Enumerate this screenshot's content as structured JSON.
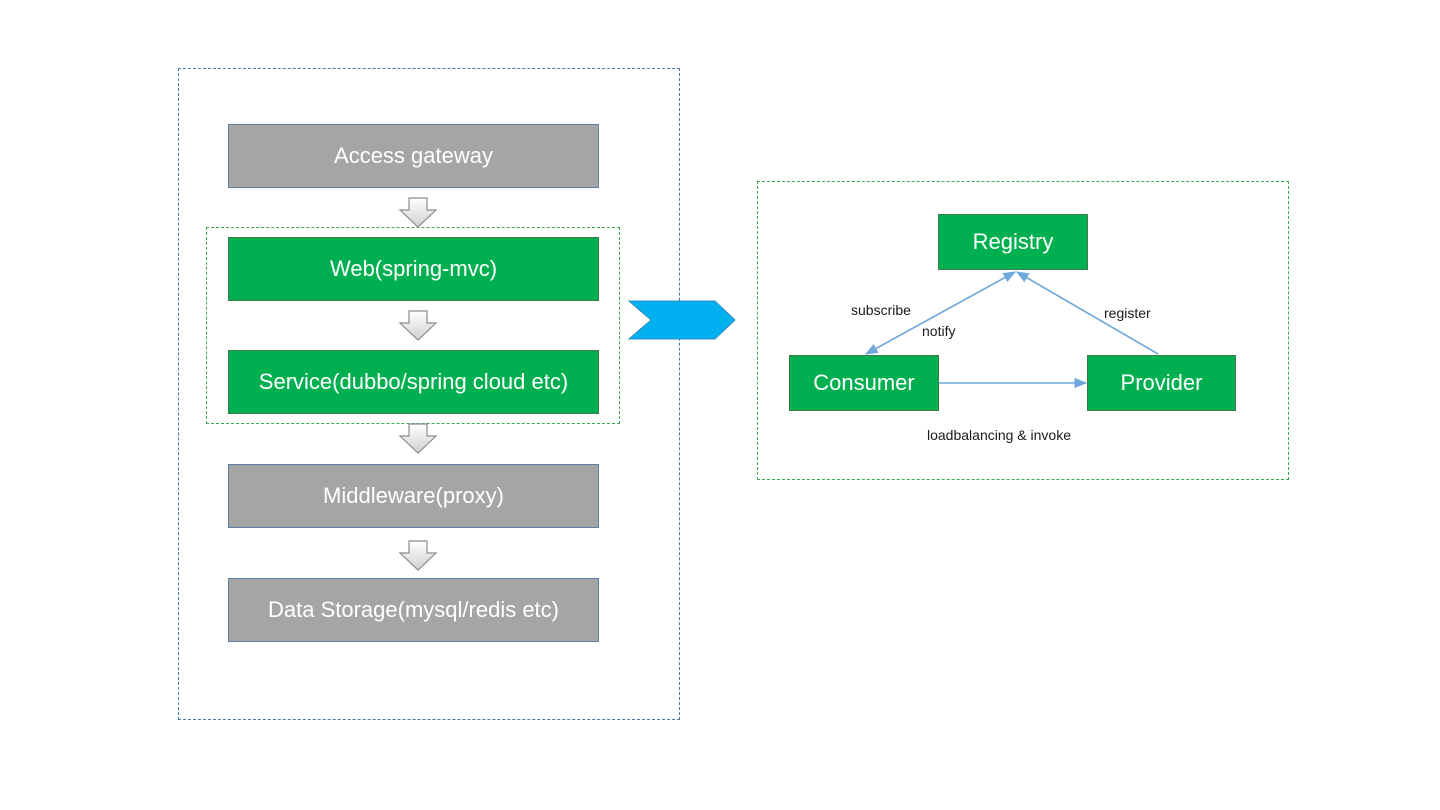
{
  "layers": {
    "access_gateway": "Access gateway",
    "web": "Web(spring-mvc)",
    "service": "Service(dubbo/spring cloud etc)",
    "middleware": "Middleware(proxy)",
    "data_storage": "Data Storage(mysql/redis etc)"
  },
  "rpc": {
    "registry": "Registry",
    "consumer": "Consumer",
    "provider": "Provider",
    "subscribe_label": "subscribe",
    "notify_label": "notify",
    "register_label": "register",
    "invoke_label": "loadbalancing & invoke"
  },
  "colors": {
    "gray_box": "#a5a5a5",
    "green_box": "#00b050",
    "chevron": "#00b0f0",
    "connector": "#6fa8dc"
  }
}
